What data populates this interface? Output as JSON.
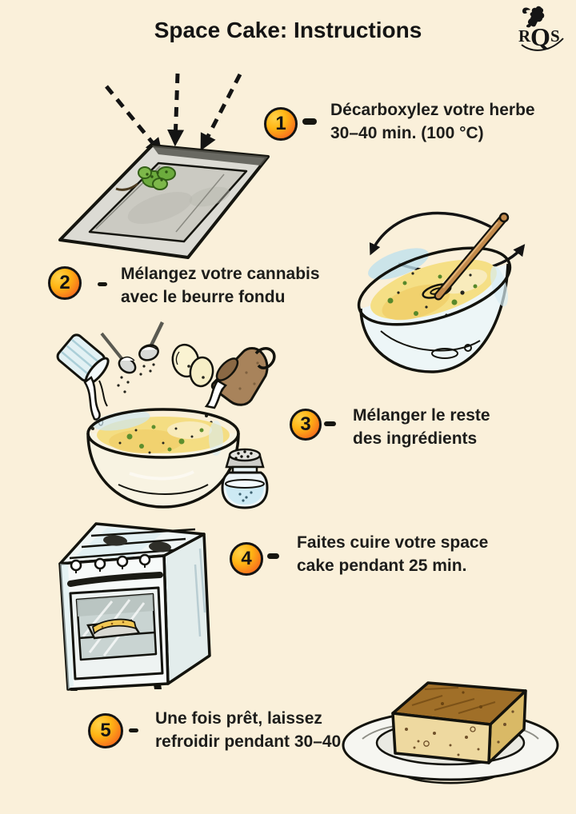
{
  "page": {
    "title": "Space Cake: Instructions",
    "background_color": "#FAF0DA",
    "text_color": "#1D1D1B",
    "badge_colors": {
      "start": "#FFC420",
      "end": "#EF4E17",
      "border": "#141414"
    },
    "logo": {
      "letters": [
        "R",
        "Q",
        "S"
      ],
      "emblem": "lion"
    }
  },
  "steps": [
    {
      "number": "1",
      "line1": "Décarboxylez votre herbe",
      "line2": "30–40 min. (100 °C)",
      "illustration": "baking-tray-with-cannabis-buds-and-heat-arrows"
    },
    {
      "number": "2",
      "line1": "Mélangez votre cannabis",
      "line2": "avec le beurre fondu",
      "illustration": "glass-bowl-stirred-with-wooden-spoon"
    },
    {
      "number": "3",
      "line1": "Mélanger le reste",
      "line2": "des ingrédients",
      "illustration": "mixing-bowl-with-flour-spoons-eggs-jug-and-salt-shaker"
    },
    {
      "number": "4",
      "line1": "Faites cuire votre space",
      "line2": "cake pendant 25 min.",
      "illustration": "oven-with-cake-tray-inside"
    },
    {
      "number": "5",
      "line1": "Une fois prêt, laissez",
      "line2": "refroidir pendant 30–40",
      "illustration": "space-cake-slice-on-plate"
    }
  ]
}
